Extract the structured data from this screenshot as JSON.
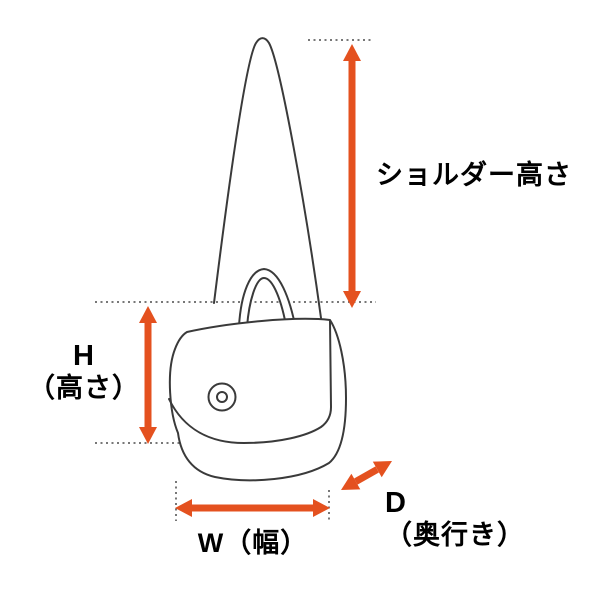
{
  "diagram": {
    "subject": "shoulder-bag-size-diagram",
    "labels": {
      "shoulder_height": "ショルダー高さ",
      "height_abbr": "H",
      "height_full": "（高さ）",
      "width": "W（幅）",
      "depth_abbr": "D",
      "depth_full": "（奥行き）"
    },
    "measurements": [
      {
        "id": "shoulder-height",
        "label": "ショルダー高さ",
        "orientation": "vertical"
      },
      {
        "id": "height",
        "label_abbr": "H",
        "label_full": "（高さ）",
        "orientation": "vertical"
      },
      {
        "id": "width",
        "label": "W（幅）",
        "orientation": "horizontal"
      },
      {
        "id": "depth",
        "label_abbr": "D",
        "label_full": "（奥行き）",
        "orientation": "diagonal"
      }
    ],
    "colors": {
      "arrow": "#e4511f",
      "line": "#3a3a3a",
      "guide": "#4a4a4a",
      "background": "#ffffff",
      "text": "#000000"
    }
  }
}
